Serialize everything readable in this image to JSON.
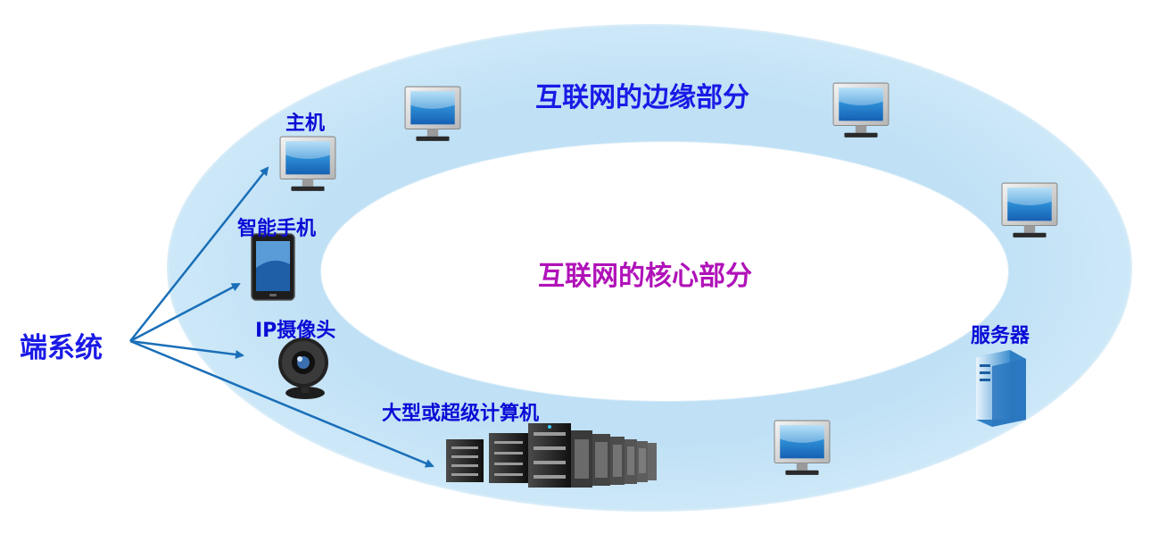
{
  "titles": {
    "edge": "互联网的边缘部分",
    "core": "互联网的核心部分"
  },
  "end_system": "端系统",
  "devices": {
    "host": "主机",
    "smartphone": "智能手机",
    "ip_camera": "IP摄像头",
    "supercomputer": "大型或超级计算机",
    "server": "服务器"
  },
  "colors": {
    "ring": "#bfe0f5",
    "edge_title": "#1a1ae6",
    "core_title": "#b012b8",
    "arrow": "#1a6fb8"
  }
}
